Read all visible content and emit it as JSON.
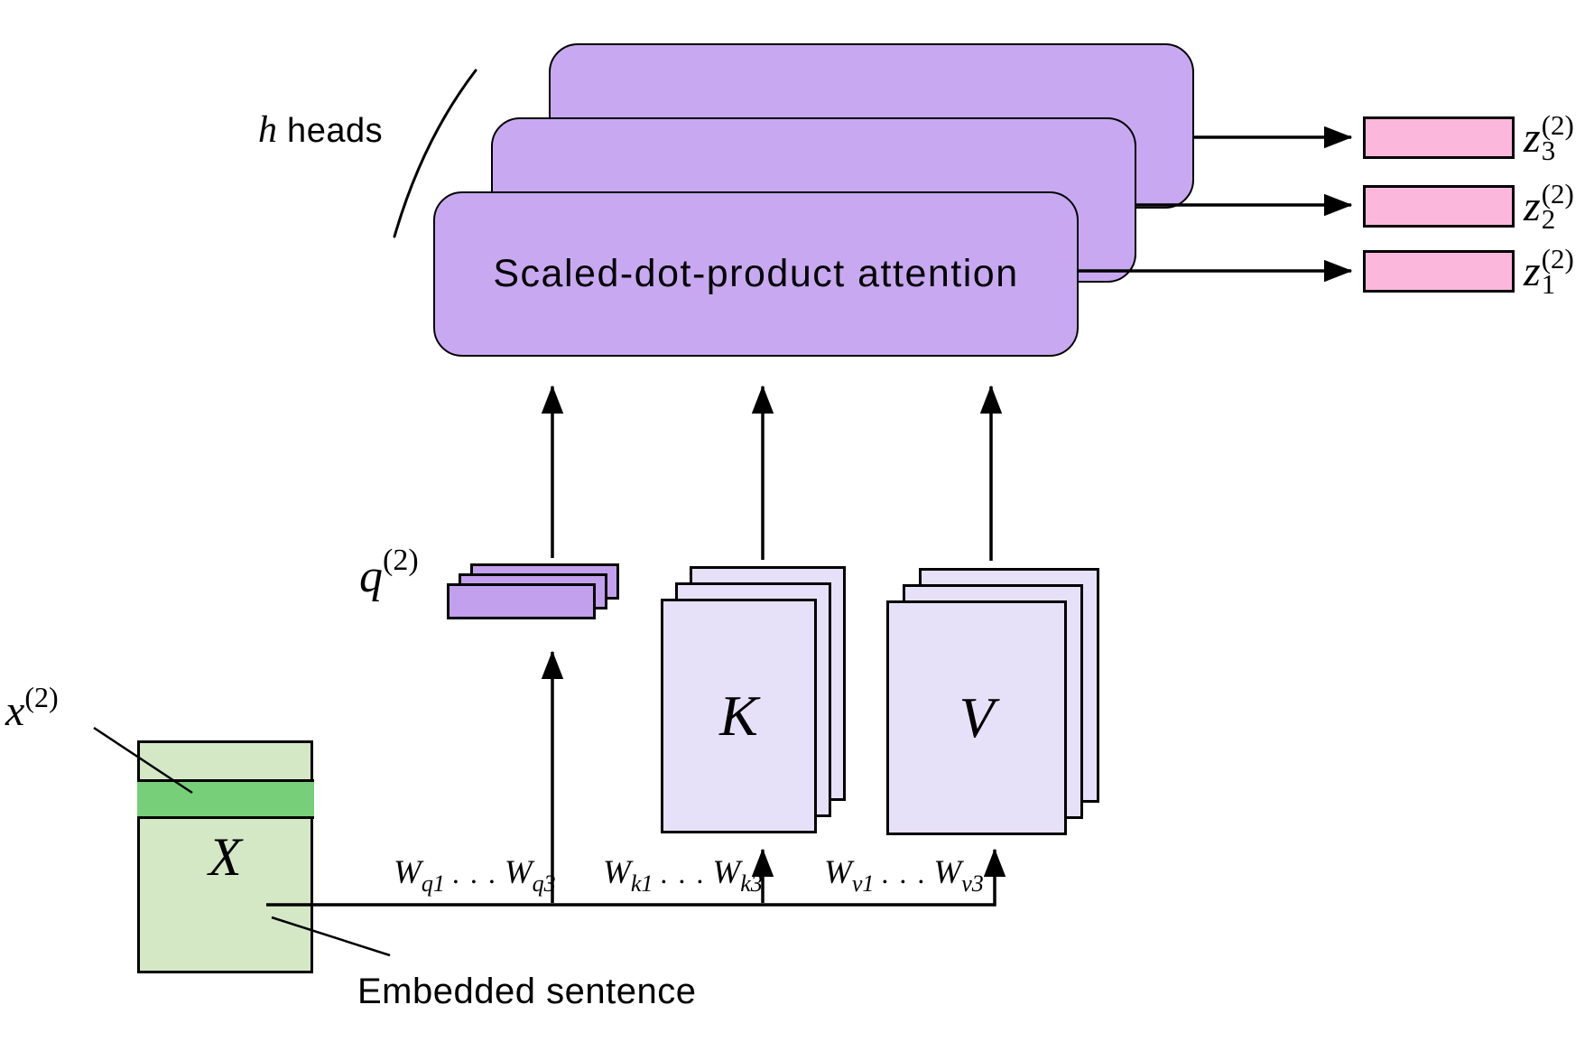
{
  "colors": {
    "bg_white": "#ffffff",
    "line_black": "#000000",
    "attention_purple": "#C8A9F1",
    "q_purple": "#C3A0ED",
    "kv_lavender": "#E6E1F9",
    "z_pink": "#FBB8DC",
    "x_green_light": "#D5E8C6",
    "x_green_dark": "#77CF79"
  },
  "heads_label": {
    "variable": "h",
    "text": " heads"
  },
  "attention_box": {
    "label": "Scaled-dot-product attention"
  },
  "z_outputs": [
    {
      "base": "z",
      "sub": "3",
      "sup": "(2)"
    },
    {
      "base": "z",
      "sub": "2",
      "sup": "(2)"
    },
    {
      "base": "z",
      "sub": "1",
      "sup": "(2)"
    }
  ],
  "q_stack": {
    "base": "q",
    "sup": "(2)"
  },
  "k_matrix": {
    "label": "K"
  },
  "v_matrix": {
    "label": "V"
  },
  "x_matrix": {
    "label": "X"
  },
  "x_row_label": {
    "base": "x",
    "sup": "(2)"
  },
  "weight_labels": {
    "q": {
      "w1": "W",
      "w1sub": "q1",
      "dots": ". . .",
      "w2": "W",
      "w2sub": "q3"
    },
    "k": {
      "w1": "W",
      "w1sub": "k1",
      "dots": ". . .",
      "w2": "W",
      "w2sub": "k3"
    },
    "v": {
      "w1": "W",
      "w1sub": "v1",
      "dots": ". . .",
      "w2": "W",
      "w2sub": "v3"
    }
  },
  "caption": {
    "embedded_sentence": "Embedded sentence"
  }
}
